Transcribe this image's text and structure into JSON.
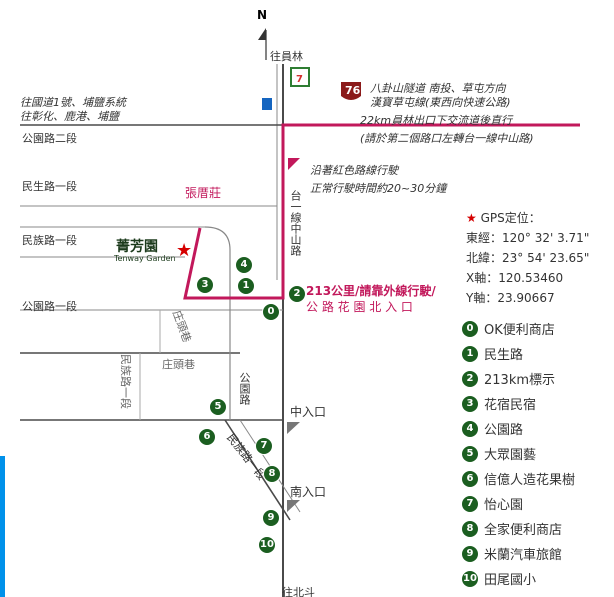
{
  "north": "N",
  "labels": {
    "top_road": "往員林",
    "bottom_road": "往北斗",
    "road_2": "公園路二段",
    "road_minsheng": "民生路一段",
    "road_minzu_left": "民族路一段",
    "road_gongyuan_left": "公園路一段",
    "left_note_1": "往國道1號、埔鹽系統",
    "left_note_2": "往彰化、鹿港、埔鹽",
    "route76_line1": "八卦山隧道 南投、草屯方向",
    "route76_line2": "漢寶草屯線(東西向快速公路)",
    "highway_note_1": "22km員林出口下交流道後直行",
    "highway_note_2": "(請於第二個路口左轉台一線中山路)",
    "red_route_1": "沿著紅色路線行駛",
    "red_route_2": "正常行駛時間約20~30分鐘",
    "zhangcuo": "張厝莊",
    "taiyi": "台一線中山路",
    "bus_1": "213公里/請靠外線行駛/",
    "bus_2": "公 路 花 園 北 入 口",
    "zhuanglun": "庄頭巷",
    "zhuanglun2": "庄頭巷",
    "minzu_diag": "民族路一段",
    "gongyuan": "公園路",
    "minzu_bottom": "民族路一段",
    "entrance_mid": "中入口",
    "entrance_south": "南入口",
    "garden_logo": "菁芳園",
    "garden_en": "Tenway Garden"
  },
  "shield": "76",
  "gps": {
    "title": "GPS定位：",
    "east": "東經：120° 32' 3.71\"",
    "north": "北緯：23° 54' 23.65\"",
    "x": "X軸：120.53460",
    "y": "Y軸：23.90667"
  },
  "legend": [
    {
      "num": "0",
      "label": "OK便利商店"
    },
    {
      "num": "1",
      "label": "民生路"
    },
    {
      "num": "2",
      "label": "213km標示"
    },
    {
      "num": "3",
      "label": "花宿民宿"
    },
    {
      "num": "4",
      "label": "公園路"
    },
    {
      "num": "5",
      "label": "大眾園藝"
    },
    {
      "num": "6",
      "label": "信億人造花果樹"
    },
    {
      "num": "7",
      "label": "怡心園"
    },
    {
      "num": "8",
      "label": "全家便利商店"
    },
    {
      "num": "9",
      "label": "米蘭汽車旅館"
    },
    {
      "num": "10",
      "label": "田尾國小"
    }
  ],
  "colors": {
    "route": "#c2185b",
    "road": "#4a4a4a",
    "marker": "#1b5e20",
    "accent": "#0091ea"
  }
}
